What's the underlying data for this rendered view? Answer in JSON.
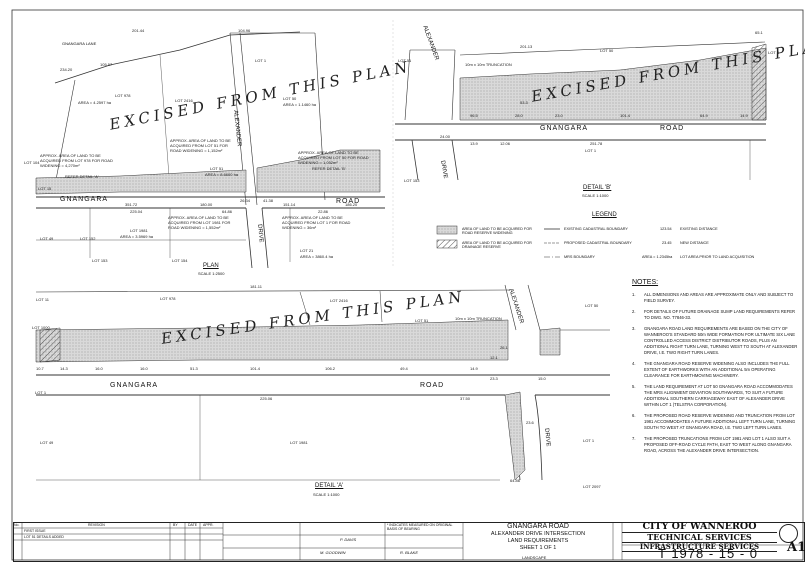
{
  "plan": {
    "road": "GNANGARA",
    "road2": "ROAD",
    "lane": "GNANGARA LANE",
    "drive": "ALEXANDER",
    "drive2": "DRIVE",
    "excised": "EXCISED FROM THIS PLAN",
    "title": "PLAN",
    "scale": "SCALE 1:2500",
    "lots": [
      "LOT 978",
      "LOT 1",
      "LOT 2416",
      "LOT 50",
      "LOT 51",
      "LOT 1981",
      "LOT 21",
      "LOT 152",
      "LOT 15",
      "LOT 49",
      "LOT 154",
      "LOT 153",
      "LOT 104"
    ],
    "lot50_area": "AREA = 1.1460 ha",
    "lot978_area": "AREA = 4.2597 ha",
    "lot51_area": "AREA = 8.6600 ha",
    "lot1981_area": "AREA = 3.5969 ha",
    "lot1_area": "AREA = 3860.4 ha",
    "approx1": "APPROX. AREA OF LAND TO BE ACQUIRED FROM LOT 978 FOR ROAD WIDENING = 4,270m²",
    "approx2": "APPROX. AREA OF LAND TO BE ACQUIRED FROM LOT 50 FOR ROAD WIDENING = 1,052m²",
    "approx3": "APPROX. AREA OF LAND TO BE ACQUIRED FROM LOT 51 FOR ROAD WIDENING = 1,152m²",
    "approx4": "APPROX. AREA OF LAND TO BE ACQUIRED FROM LOT 1981 FOR ROAD WIDENING = 1,552m²",
    "approx5": "APPROX. AREA OF LAND TO BE ACQUIRED FROM LOT 1 FOR ROAD WIDENING = 36m²",
    "refer_a": "REFER DETAIL 'A'",
    "refer_b": "REFER DETAIL 'B'",
    "dims": [
      "201.44",
      "104.96",
      "351.72",
      "180.00",
      "234.20",
      "151.14",
      "186.20",
      "225.04",
      "64.86",
      "26.34",
      "41.38",
      "22.86",
      "105.57"
    ]
  },
  "detail_b": {
    "drive": "ALEXANDER",
    "drive2": "DRIVE",
    "road": "GNANGARA",
    "road2": "ROAD",
    "excised": "EXCISED FROM THIS PLAN",
    "title": "DETAIL 'B'",
    "scale": "SCALE 1:1000",
    "lots": [
      "LOT 51",
      "LOT 50",
      "LOT 2",
      "LOT 1",
      "LOT 153"
    ],
    "truncation": "10m x 10m TRUNCATION",
    "dims": [
      "96.5",
      "28.0",
      "23.0",
      "101.4",
      "64.9",
      "14.9",
      "24.00",
      "53.3",
      "13.9",
      "12.06",
      "251.78",
      "201.13",
      "65.1"
    ]
  },
  "legend": {
    "title": "LEGEND",
    "items": [
      "AREA OF LAND TO BE ACQUIRED FOR ROAD RESERVE WIDENING",
      "AREA OF LAND TO BE ACQUIRED FOR DRAINAGE RESERVE",
      "EXISTING CADASTRAL BOUNDARY",
      "PROPOSED CADASTRAL BOUNDARY",
      "MRS BOUNDARY",
      "EXISTING DISTANCE",
      "NEW DISTANCE",
      "LOT AREA PRIOR TO LAND ACQUISITION"
    ],
    "samples": [
      "123.54",
      "23.45",
      "AREA = 1.2345ha"
    ]
  },
  "detail_a": {
    "road": "GNANGARA",
    "road2": "ROAD",
    "drive": "ALEXANDER",
    "drive2": "DRIVE",
    "excised": "EXCISED FROM THIS PLAN",
    "title": "DETAIL 'A'",
    "scale": "SCALE 1:1000",
    "lots": [
      "LOT 978",
      "LOT 2416",
      "LOT 51",
      "LOT 50",
      "LOT 1",
      "LOT 1981",
      "LOT 49",
      "LOT 1000",
      "LOT 11",
      "LOT 1",
      "LOT 2097"
    ],
    "truncation": "10m x 10m TRUNCATION",
    "dims": [
      "14.3",
      "16.0",
      "16.0",
      "51.3",
      "101.4",
      "106.2",
      "49.4",
      "14.9",
      "23.3",
      "15.0",
      "26.1",
      "23.6",
      "10.7",
      "12.1",
      "225.06",
      "181.11",
      "37.50",
      "64.86"
    ]
  },
  "notes": {
    "title": "NOTES:",
    "items": [
      "ALL DIMENSIONS AND AREAS ARE APPROXIMATE ONLY AND SUBJECT TO FIELD SURVEY.",
      "FOR DETAILS OF FUTURE DRAINAGE SUMP LAND REQUIREMENTS REFER TO DWG. NO. T7846-33.",
      "GNANGARA ROAD LAND REQUIREMENTS ARE BASED ON THE CITY OF WANNEROO'S STANDARD 50m WIDE FORMATION FOR ULTIMATE SIX LANE CONTROLLED ACCESS DISTRICT DISTRIBUTOR ROADS, PLUS AN ADDITIONAL RIGHT TURN LANE, TURNING WEST TO SOUTH AT ALEXANDER DRIVE, I.E. TWO RIGHT TURN LANES.",
      "THE GNANGARA ROAD RESERVE WIDENING ALSO INCLUDES THE FULL EXTENT OF EARTHWORKS WITH AN ADDITIONAL 5m OPERATING CLEARANCE FOR EARTHMOVING MACHINERY.",
      "THE LAND REQUIREMENT AT LOT 50 GNANGARA ROAD ACCOMMODATES THE MRS ALIGNMENT DEVIATION SOUTHWARDS, TO SUIT A FUTURE ADDITIONAL SOUTHERN CARRIAGEWAY EAST OF ALEXANDER DRIVE WITHIN LOT 1 (TELSTRA CORPORATION).",
      "THE PROPOSED ROAD RESERVE WIDENING AND TRUNCATION FROM LOT 1981 ACCOMMODATES A FUTURE ADDITIONAL LEFT TURN LANE, TURNING SOUTH TO WEST AT GNANGARA ROAD, I.E. TWO LEFT TURN LANES.",
      "THE PROPOSED TRUNCATIONS FROM LOT 1981 AND LOT 1 ALSO SUIT A PROPOSED OFF-ROAD CYCLE PATH, EAST TO WEST ALONG GNANGARA ROAD, ACROSS THE ALEXANDER DRIVE INTERSECTION."
    ]
  },
  "titleblock": {
    "project_lines": [
      "GNANGARA ROAD",
      "ALEXANDER DRIVE INTERSECTION",
      "LAND REQUIREMENTS",
      "SHEET 1 OF 1"
    ],
    "landscape": "LANDSCAPE",
    "council": "CITY OF WANNEROO",
    "dept1": "TECHNICAL SERVICES",
    "dept2": "INFRASTRUCTURE SERVICES",
    "drawing_number": "T 1978 - 15 - 0",
    "sheet_size": "A1",
    "revision_header": [
      "No.",
      "REVISION",
      "BY",
      "DATE",
      "APPR."
    ],
    "revisions": [
      "FIRST ISSUE",
      "LOT 51 DETAILS ADDED"
    ],
    "small_note": "* INDICATES MEASURED ON ORIGINAL BASIS OF BEARING",
    "signatures": [
      "P. DAVIS",
      "M. GOODWIN",
      "R. BLAKE"
    ]
  }
}
